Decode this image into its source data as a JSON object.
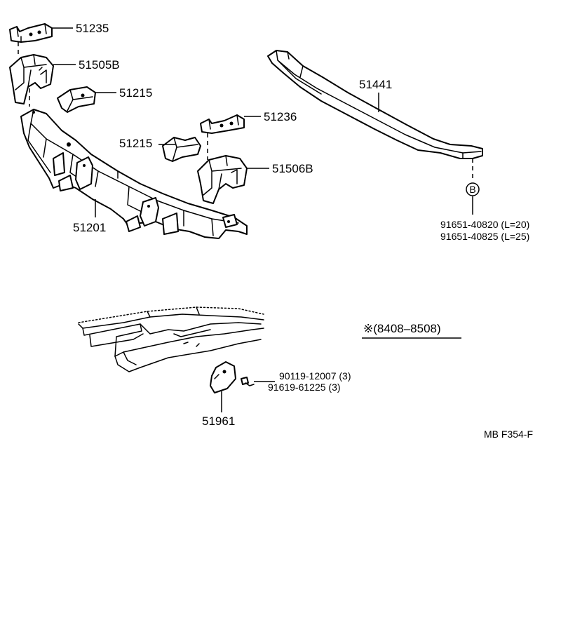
{
  "parts": {
    "p51235": "51235",
    "p51505b": "51505B",
    "p51215_upper": "51215",
    "p51236": "51236",
    "p51215_lower": "51215",
    "p51506b": "51506B",
    "p51201": "51201",
    "p51441": "51441",
    "p51961": "51961"
  },
  "callout_b": {
    "letter": "B",
    "part_lines": [
      "91651-40820 (L=20)",
      "91651-40825 (L=25)"
    ]
  },
  "fastener": {
    "line1": "90119-12007 (3)",
    "line2": "91619-61225 (3)"
  },
  "note": "※(8408–8508)",
  "footer": "MB  F354-F"
}
